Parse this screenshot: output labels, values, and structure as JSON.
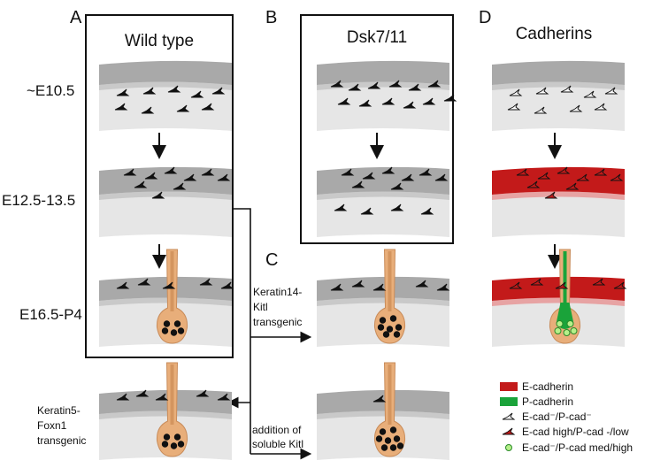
{
  "panels": {
    "a": {
      "letter": "A",
      "title": "Wild type"
    },
    "b": {
      "letter": "B",
      "title": "Dsk7/11"
    },
    "c": {
      "letter": "C"
    },
    "d": {
      "letter": "D",
      "title": "Cadherins"
    }
  },
  "stages": {
    "s1": "~E10.5",
    "s2": "E12.5-13.5",
    "s3": "E16.5-P4"
  },
  "labels": {
    "keratin14": [
      "Keratin14-",
      "Kitl",
      "transgenic"
    ],
    "keratin5": [
      "Keratin5-",
      "Foxn1",
      "transgenic"
    ],
    "soluble": [
      "addition of",
      "soluble Kitl"
    ]
  },
  "legend": {
    "items": [
      {
        "text": "E-cadherin",
        "color": "#c31a1a"
      },
      {
        "text": "P-cadherin",
        "color": "#1aa33a"
      },
      {
        "text": "E-cad⁻/P-cad⁻"
      },
      {
        "text": "E-cad high/P-cad -/low"
      },
      {
        "text": "E-cad⁻/P-cad med/high"
      }
    ]
  },
  "colors": {
    "dermis": "#e6e6e6",
    "epidermis_dark": "#a9a9a9",
    "epidermis_light": "#c9c9c9",
    "follicle": "#e8ae7a",
    "follicle_outline": "#c98c5a",
    "e_cadherin": "#c31a1a",
    "e_cadherin_light": "#e7a3a3",
    "p_cadherin": "#1aa33a",
    "p_cadherin_cells": "#b6f08a"
  }
}
